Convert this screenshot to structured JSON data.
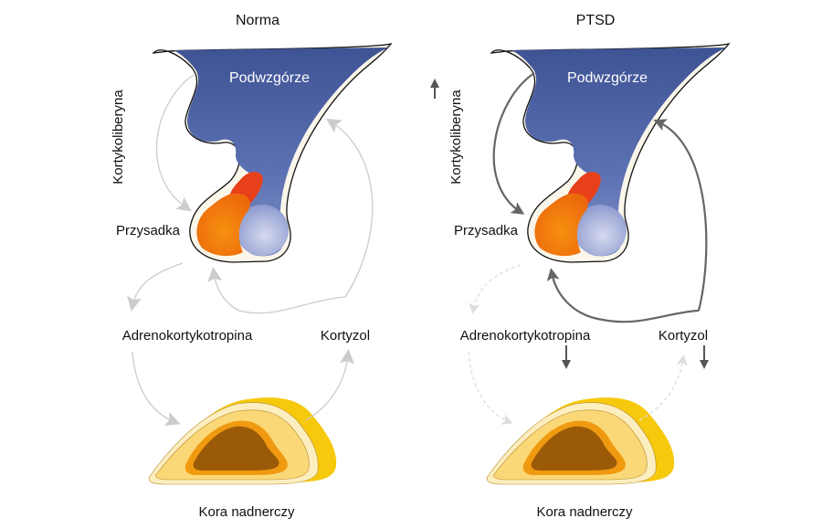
{
  "panels": [
    {
      "title": "Norma",
      "hypothalamus": "Podwzgórze",
      "crh": "Kortykoliberyna",
      "pituitary": "Przysadka",
      "acth": "Adrenokortykotropina",
      "cortisol": "Kortyzol",
      "adrenal": "Kora nadnerczy",
      "style": "normal",
      "crh_change": "none",
      "acth_change": "none",
      "cortisol_change": "none"
    },
    {
      "title": "PTSD",
      "hypothalamus": "Podwzgórze",
      "crh": "Kortykoliberyna",
      "pituitary": "Przysadka",
      "acth": "Adrenokortykotropina",
      "cortisol": "Kortyzol",
      "adrenal": "Kora nadnerczy",
      "style": "ptsd",
      "crh_change": "up",
      "acth_change": "down",
      "cortisol_change": "down"
    }
  ],
  "colors": {
    "hypothalamus": "#4f64a6",
    "membrane": "#fbf6ea",
    "anterior_pituitary": "#f07a10",
    "connector": "#e8401a",
    "posterior_pituitary": "#a9b3d8",
    "arrow_normal": "#cccccc",
    "arrow_strong": "#666666",
    "adrenal_outer": "#f7c90c",
    "adrenal_mid": "#fbd877",
    "adrenal_inner": "#ef9a10",
    "adrenal_core": "#9a5a08"
  }
}
